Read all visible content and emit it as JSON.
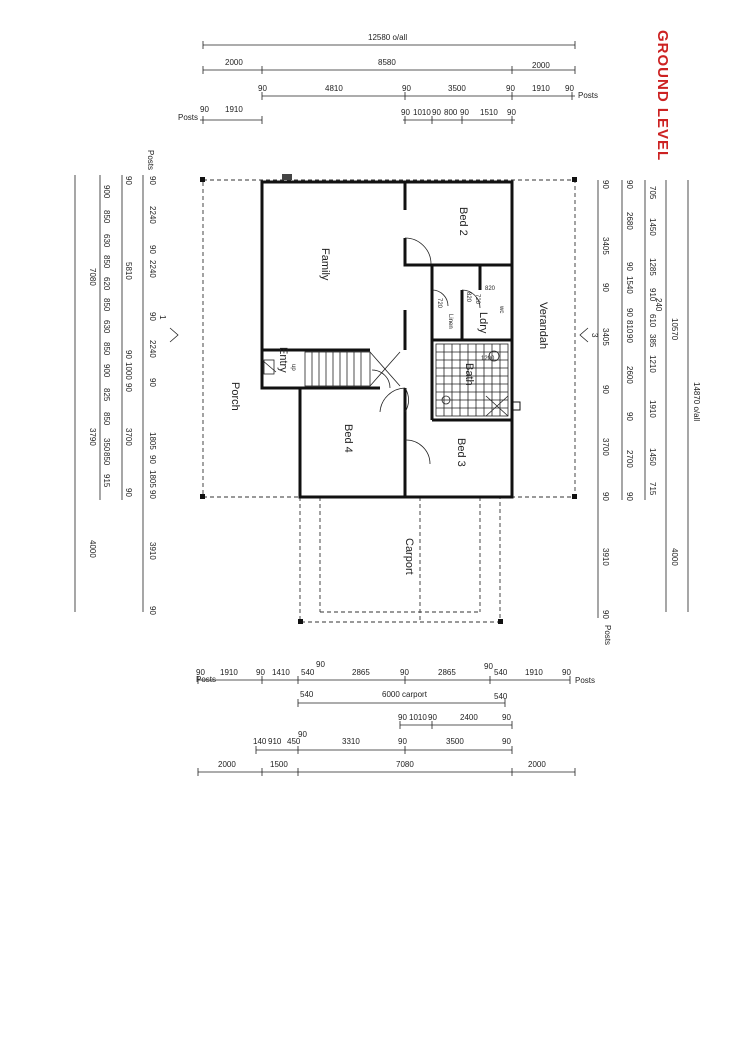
{
  "title": "GROUND LEVEL",
  "rooms": {
    "family": "Family",
    "bed2": "Bed 2",
    "bed3": "Bed 3",
    "bed4": "Bed 4",
    "verandah": "Verandah",
    "porch": "Porch",
    "carport": "Carport",
    "entry": "Entry",
    "bath": "Bath",
    "linen": "Linen",
    "ldry": "Ldry",
    "wc": "wc",
    "up": "up"
  },
  "fixtures": {
    "d820a": "820",
    "d820b": "820",
    "d720": "720",
    "d720b": "720",
    "w1200": "1200"
  },
  "top_dims": {
    "overall": "12580 o/all",
    "r2": [
      "2000",
      "8580",
      "2000"
    ],
    "r3": [
      "90",
      "4810",
      "90",
      "3500",
      "90",
      "1910",
      "90",
      "Posts"
    ],
    "r4": [
      "90",
      "1910",
      "Posts"
    ],
    "r5": [
      "90",
      "1010",
      "90",
      "800",
      "90",
      "1510",
      "90"
    ]
  },
  "bottom_dims": {
    "r1": [
      "90",
      "1910",
      "90",
      "1410",
      "540",
      "90",
      "2865",
      "90",
      "2865",
      "90",
      "540",
      "1910",
      "90",
      "Posts",
      "Posts"
    ],
    "r2": [
      "540",
      "6000 carport",
      "540"
    ],
    "r3": [
      "90",
      "1010",
      "90",
      "2400",
      "90"
    ],
    "r4": [
      "140",
      "910",
      "450",
      "90",
      "3310",
      "90",
      "3500",
      "90"
    ],
    "r5": [
      "2000",
      "1500",
      "7080",
      "2000"
    ]
  },
  "left_dims": {
    "c1": [
      "7080",
      "3790",
      "4000"
    ],
    "c2": [
      "900",
      "850",
      "630",
      "850",
      "620",
      "850",
      "630",
      "850",
      "900",
      "825",
      "850",
      "350",
      "850",
      "915"
    ],
    "c3": [
      "90",
      "5810",
      "90",
      "1000",
      "90",
      "3700",
      "90"
    ],
    "c4": [
      "Posts",
      "90",
      "2240",
      "90",
      "2240",
      "90",
      "2240",
      "90",
      "1805",
      "90",
      "1805",
      "90",
      "3910",
      "90"
    ]
  },
  "right_dims": {
    "c1": [
      "90",
      "3405",
      "90",
      "3405",
      "90",
      "3700",
      "90",
      "3910",
      "90",
      "Posts"
    ],
    "c2": [
      "90",
      "2680",
      "90",
      "1540",
      "90",
      "810",
      "90",
      "2600",
      "90",
      "2700",
      "90"
    ],
    "c3": [
      "705",
      "1450",
      "1285",
      "910",
      "610",
      "385",
      "240",
      "1210",
      "1910",
      "1450",
      "715"
    ],
    "c4": [
      "10570",
      "4000"
    ],
    "c5": [
      "14870 o/all"
    ]
  },
  "markers": {
    "s1": "1",
    "s3": "3"
  }
}
